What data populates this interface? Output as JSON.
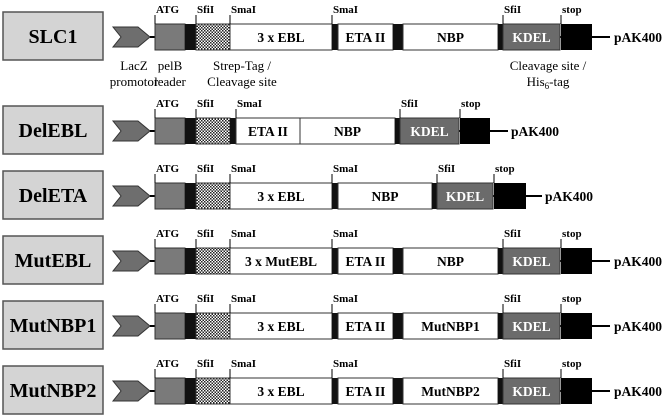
{
  "constructs": [
    {
      "name": "SLC1",
      "vector": "pAK400",
      "elements": [
        {
          "type": "promoter"
        },
        {
          "type": "pelb"
        },
        {
          "type": "strep"
        },
        {
          "type": "ebl",
          "text": "3 x EBL"
        },
        {
          "type": "eta",
          "text": "ETA II"
        },
        {
          "type": "nbp",
          "text": "NBP"
        },
        {
          "type": "kdel",
          "text": "KDEL"
        },
        {
          "type": "stop"
        }
      ],
      "sites": [
        {
          "text": "ATG",
          "at": "pelb_start"
        },
        {
          "text": "SfiI",
          "at": "strep_start"
        },
        {
          "text": "SmaI",
          "at": "ebl_start"
        },
        {
          "text": "SmaI",
          "at": "ebl_end"
        },
        {
          "text": "SfiI",
          "at": "kdel_start"
        },
        {
          "text": "stop",
          "at": "stop_start"
        }
      ]
    },
    {
      "name": "DelEBL",
      "vector": "pAK400",
      "elements": [
        {
          "type": "promoter"
        },
        {
          "type": "pelb"
        },
        {
          "type": "strep"
        },
        {
          "type": "eta",
          "text": "ETA II"
        },
        {
          "type": "nbp",
          "text": "NBP"
        },
        {
          "type": "kdel",
          "text": "KDEL"
        },
        {
          "type": "stop"
        }
      ],
      "sites": [
        {
          "text": "ATG",
          "at": "pelb_start"
        },
        {
          "text": "SfiI",
          "at": "strep_start"
        },
        {
          "text": "SmaI",
          "at": "eta_start"
        },
        {
          "text": "SfiI",
          "at": "kdel_start"
        },
        {
          "text": "stop",
          "at": "stop_start"
        }
      ]
    },
    {
      "name": "DelETA",
      "vector": "pAK400",
      "elements": [
        {
          "type": "promoter"
        },
        {
          "type": "pelb"
        },
        {
          "type": "strep"
        },
        {
          "type": "ebl",
          "text": "3 x EBL"
        },
        {
          "type": "nbp",
          "text": "NBP"
        },
        {
          "type": "kdel",
          "text": "KDEL"
        },
        {
          "type": "stop"
        }
      ],
      "sites": [
        {
          "text": "ATG",
          "at": "pelb_start"
        },
        {
          "text": "SfiI",
          "at": "strep_start"
        },
        {
          "text": "SmaI",
          "at": "ebl_start"
        },
        {
          "text": "SmaI",
          "at": "ebl_end"
        },
        {
          "text": "SfiI",
          "at": "kdel_start"
        },
        {
          "text": "stop",
          "at": "stop_start"
        }
      ]
    },
    {
      "name": "MutEBL",
      "vector": "pAK400",
      "elements": [
        {
          "type": "promoter"
        },
        {
          "type": "pelb"
        },
        {
          "type": "strep"
        },
        {
          "type": "ebl",
          "text": "3 x MutEBL"
        },
        {
          "type": "eta",
          "text": "ETA II"
        },
        {
          "type": "nbp",
          "text": "NBP"
        },
        {
          "type": "kdel",
          "text": "KDEL"
        },
        {
          "type": "stop"
        }
      ],
      "sites": [
        {
          "text": "ATG",
          "at": "pelb_start"
        },
        {
          "text": "SfiI",
          "at": "strep_start"
        },
        {
          "text": "SmaI",
          "at": "ebl_start"
        },
        {
          "text": "SmaI",
          "at": "ebl_end"
        },
        {
          "text": "SfiI",
          "at": "kdel_start"
        },
        {
          "text": "stop",
          "at": "stop_start"
        }
      ]
    },
    {
      "name": "MutNBP1",
      "vector": "pAK400",
      "elements": [
        {
          "type": "promoter"
        },
        {
          "type": "pelb"
        },
        {
          "type": "strep"
        },
        {
          "type": "ebl",
          "text": "3 x EBL"
        },
        {
          "type": "eta",
          "text": "ETA II"
        },
        {
          "type": "nbp",
          "text": "MutNBP1"
        },
        {
          "type": "kdel",
          "text": "KDEL"
        },
        {
          "type": "stop"
        }
      ],
      "sites": [
        {
          "text": "ATG",
          "at": "pelb_start"
        },
        {
          "text": "SfiI",
          "at": "strep_start"
        },
        {
          "text": "SmaI",
          "at": "ebl_start"
        },
        {
          "text": "SmaI",
          "at": "ebl_end"
        },
        {
          "text": "SfiI",
          "at": "kdel_start"
        },
        {
          "text": "stop",
          "at": "stop_start"
        }
      ]
    },
    {
      "name": "MutNBP2",
      "vector": "pAK400",
      "elements": [
        {
          "type": "promoter"
        },
        {
          "type": "pelb"
        },
        {
          "type": "strep"
        },
        {
          "type": "ebl",
          "text": "3 x EBL"
        },
        {
          "type": "eta",
          "text": "ETA II"
        },
        {
          "type": "nbp",
          "text": "MutNBP2"
        },
        {
          "type": "kdel",
          "text": "KDEL"
        },
        {
          "type": "stop"
        }
      ],
      "sites": [
        {
          "text": "ATG",
          "at": "pelb_start"
        },
        {
          "text": "SfiI",
          "at": "strep_start"
        },
        {
          "text": "SmaI",
          "at": "ebl_start"
        },
        {
          "text": "SmaI",
          "at": "ebl_end"
        },
        {
          "text": "SfiI",
          "at": "kdel_start"
        },
        {
          "text": "stop",
          "at": "stop_start"
        }
      ]
    }
  ],
  "annotations": {
    "promoter": [
      "LacZ",
      "promotor"
    ],
    "pelb": [
      "pelB",
      "leader"
    ],
    "strep": [
      "Strep-Tag /",
      "Cleavage site"
    ],
    "cleavage_his_line1": "Cleavage site /",
    "cleavage_his_line2_prefix": "His",
    "cleavage_his_line2_subscript": "6",
    "cleavage_his_line2_suffix": "-tag"
  },
  "colors": {
    "label_box": "#d4d4d4",
    "promoter": "#6e6e6e",
    "pelb": "#7a7a7a",
    "junction": "#111111",
    "kdel": "#6b6b6b",
    "stop": "#000000",
    "gene": "#ffffff"
  }
}
